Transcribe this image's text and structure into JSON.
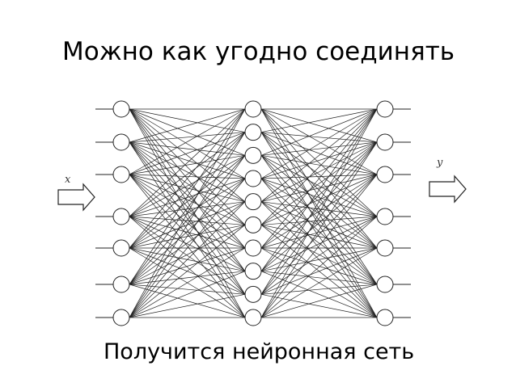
{
  "slide": {
    "title": "Можно как угодно соединять",
    "caption": "Получится нейронная сеть"
  },
  "diagram": {
    "input_label": "x",
    "output_label": "y",
    "layers": [
      7,
      10,
      7
    ],
    "stroke_color": "#222222",
    "node_fill": "#ffffff"
  }
}
